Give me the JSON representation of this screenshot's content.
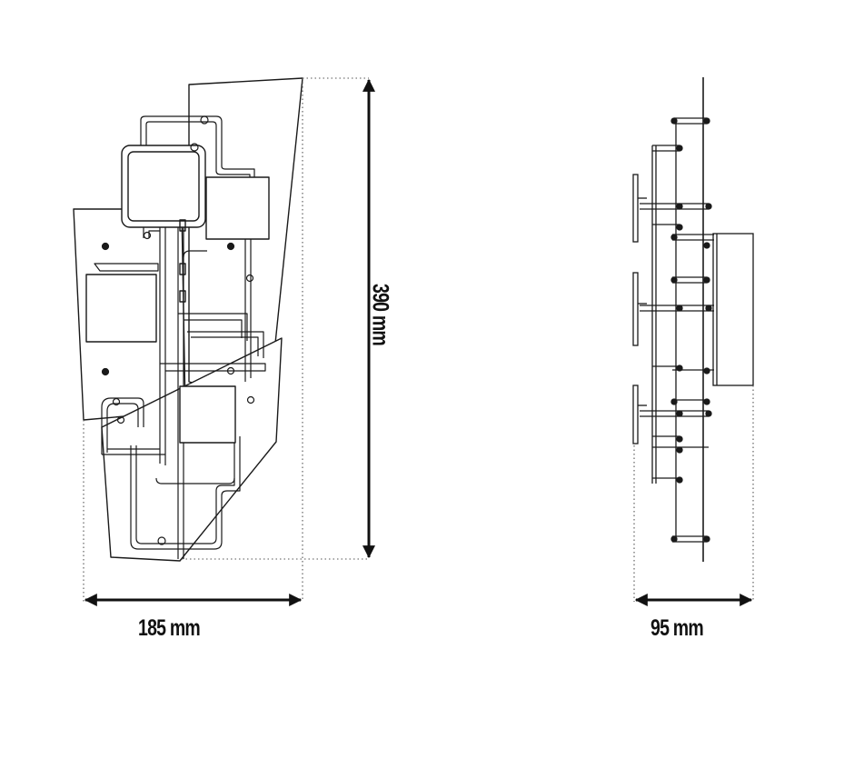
{
  "dimensions": {
    "height_label": "390 mm",
    "width_label": "185 mm",
    "depth_label": "95 mm"
  },
  "colors": {
    "line": "#1a1a1a",
    "dotted": "#555555",
    "background": "#ffffff"
  }
}
